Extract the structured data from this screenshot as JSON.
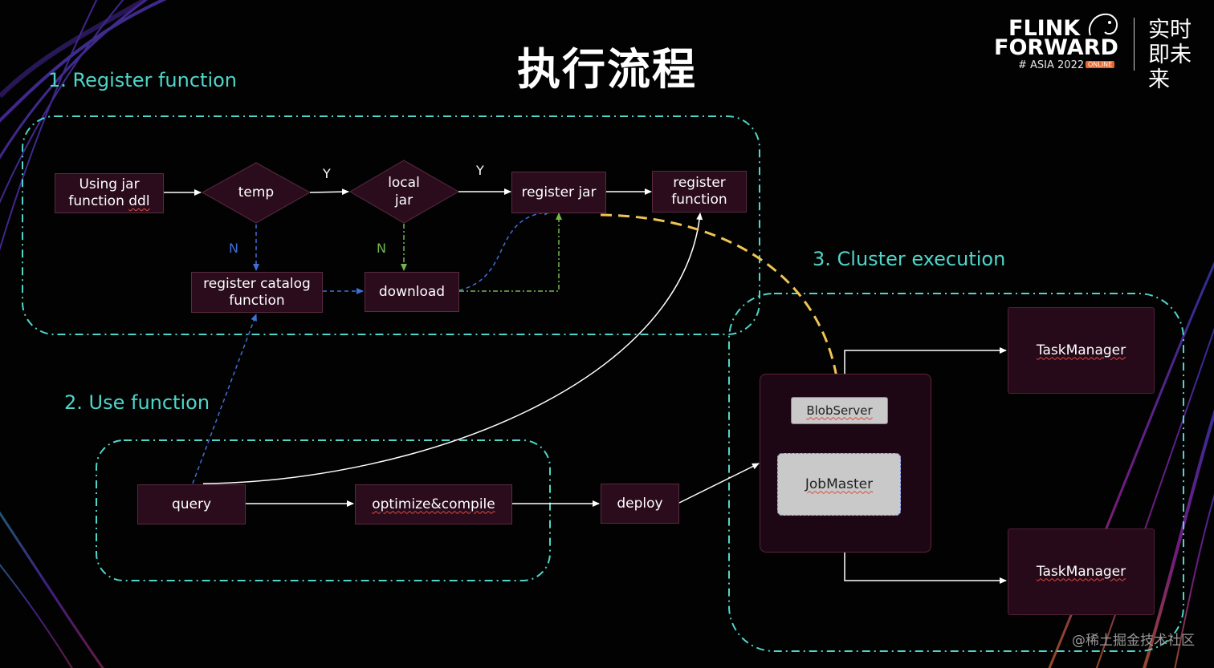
{
  "title": "执行流程",
  "sections": {
    "register": "1. Register function",
    "use": "2. Use function",
    "cluster": "3. Cluster execution"
  },
  "nodes": {
    "using_jar": {
      "line1": "Using jar",
      "line2a": "function ",
      "line2b": "ddl"
    },
    "temp": "temp",
    "local_jar": {
      "line1": "local",
      "line2": "jar"
    },
    "register_jar": "register jar",
    "register_function": {
      "line1": "register",
      "line2": "function"
    },
    "register_catalog": {
      "line1": "register catalog",
      "line2": "function"
    },
    "download": "download",
    "query": "query",
    "optimize": "optimize&compile",
    "deploy": "deploy",
    "blob_server": "BlobServer",
    "job_master": "JobMaster",
    "task_manager_1": "TaskManager",
    "task_manager_2": "TaskManager"
  },
  "edge_labels": {
    "temp_yes": "Y",
    "temp_no": "N",
    "local_yes": "Y",
    "local_no": "N"
  },
  "logo": {
    "line1": "FLINK",
    "line2": "FORWARD",
    "line3": "# ASIA 2022",
    "badge": "ONLINE",
    "cn": "实时即未来"
  },
  "watermark": "@稀土掘金技术社区",
  "colors": {
    "background": "#020203",
    "section_label": "#4fd6c8",
    "dashed_border": "#4fd6c8",
    "node_fill": "#2a0c1d",
    "blue_dashed": "#3f6fd8",
    "green_dashdot": "#74b64c",
    "yellow_dashed": "#f0c454"
  }
}
